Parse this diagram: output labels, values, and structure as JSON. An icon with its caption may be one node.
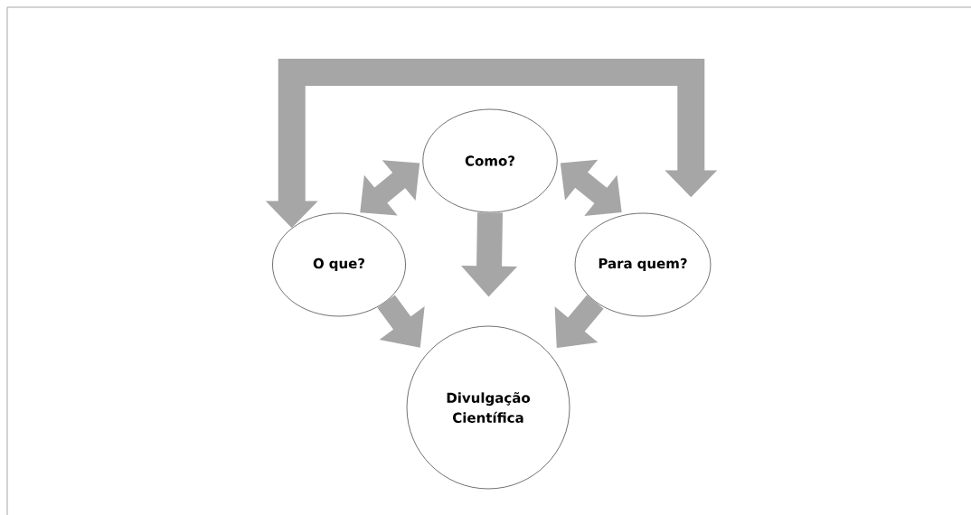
{
  "diagram": {
    "nodes": [
      {
        "text": [
          "Como?"
        ]
      },
      {
        "text": [
          "O que?"
        ]
      },
      {
        "text": [
          "Para quem?"
        ]
      },
      {
        "text": [
          "Divulgação Científica"
        ]
      }
    ],
    "edges": [
      {
        "from": 0,
        "to": 1,
        "arrow": "both"
      },
      {
        "from": 0,
        "to": 2,
        "arrow": "both"
      },
      {
        "from": 0,
        "to": 3,
        "arrow": "to"
      },
      {
        "from": 1,
        "to": 3,
        "arrow": "to"
      },
      {
        "from": 2,
        "to": 3,
        "arrow": "to"
      },
      {
        "from": 1,
        "to": 2,
        "arrow": "both"
      }
    ]
  }
}
